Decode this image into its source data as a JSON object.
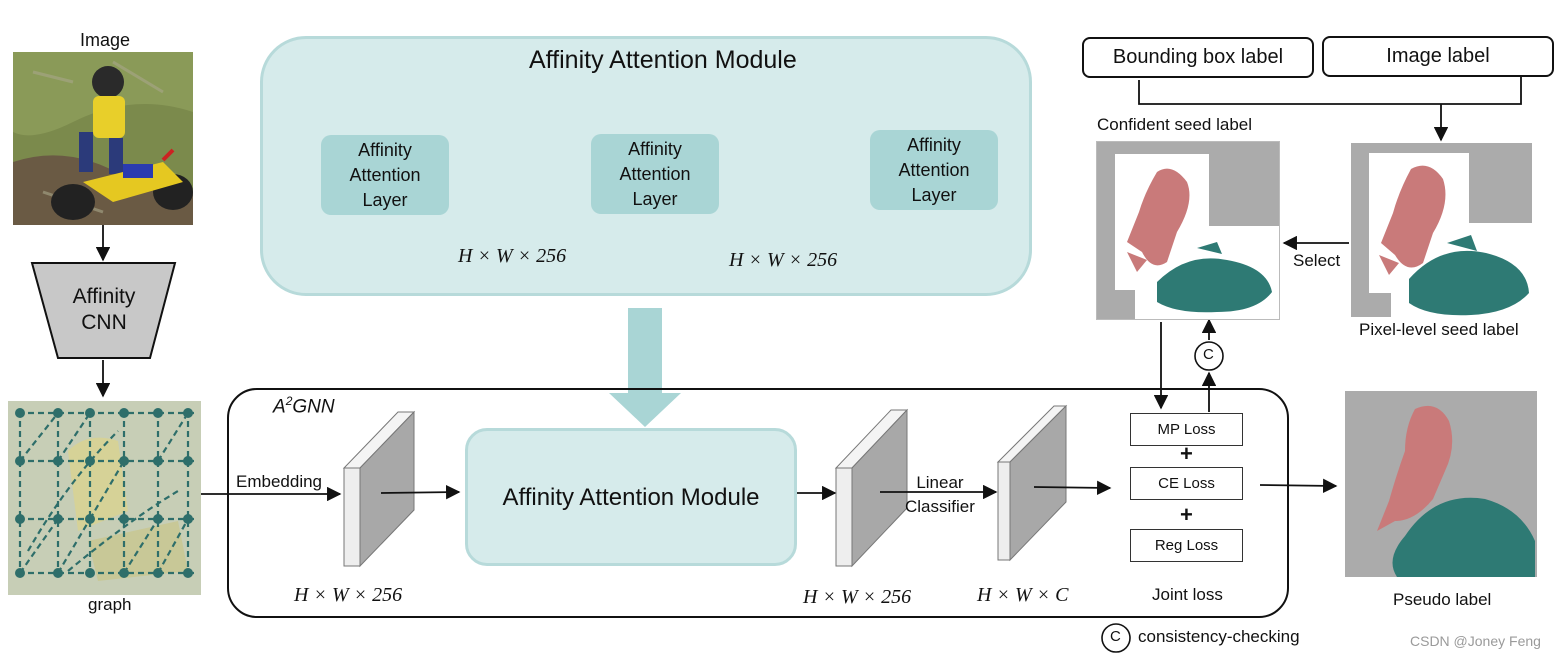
{
  "input": {
    "image_label": "Image",
    "graph_label": "graph"
  },
  "affinity_cnn": {
    "line1": "Affinity",
    "line2": "CNN"
  },
  "top_module": {
    "title": "Affinity Attention Module",
    "layers": [
      "Affinity\nAttention\nLayer",
      "Affinity\nAttention\nLayer",
      "Affinity\nAttention\nLayer"
    ],
    "dims": [
      "H × W × 256",
      "H × W × 256"
    ]
  },
  "gnn": {
    "title_main": "A",
    "title_sup": "2",
    "title_rest": "GNN",
    "embedding_label": "Embedding",
    "module_label": "Affinity Attention Module",
    "linear_classifier": "Linear\nClassifier",
    "dims": [
      "H × W × 256",
      "H × W × 256",
      "H × W × C"
    ]
  },
  "losses": {
    "items": [
      "MP Loss",
      "CE Loss",
      "Reg Loss"
    ],
    "plus": "+",
    "joint_label": "Joint loss"
  },
  "labels": {
    "bbox_label": "Bounding box label",
    "image_label": "Image label",
    "confident_seed": "Confident seed label",
    "pixel_seed": "Pixel-level seed label",
    "select": "Select",
    "pseudo_label": "Pseudo label",
    "c_symbol": "C",
    "consistency": "consistency-checking"
  },
  "watermark": "CSDN @Joney Feng",
  "colors": {
    "teal_box": "#a9d5d5",
    "teal_bg": "#d6ebeb",
    "seg_red": "#c97a7a",
    "seg_teal": "#2e7a74",
    "seg_gray": "#ababab"
  }
}
